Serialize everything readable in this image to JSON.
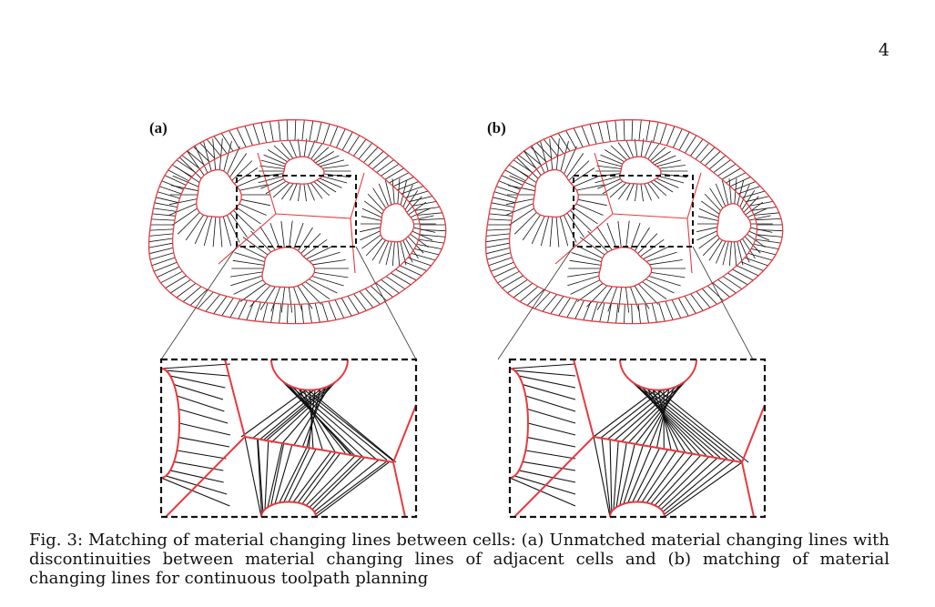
{
  "page_number": "4",
  "panels": [
    {
      "label": "(a)",
      "variant": "unmatched"
    },
    {
      "label": "(b)",
      "variant": "matched"
    }
  ],
  "caption": "Fig. 3: Matching of material changing lines between cells: (a) Unmatched material changing lines with discontinuities between material changing lines of adjacent cells and (b) matching of material changing lines for continuous toolpath planning",
  "colors": {
    "boundary": "#e8393f",
    "hatch": "#111111",
    "zoom_red": "#e8393f"
  }
}
